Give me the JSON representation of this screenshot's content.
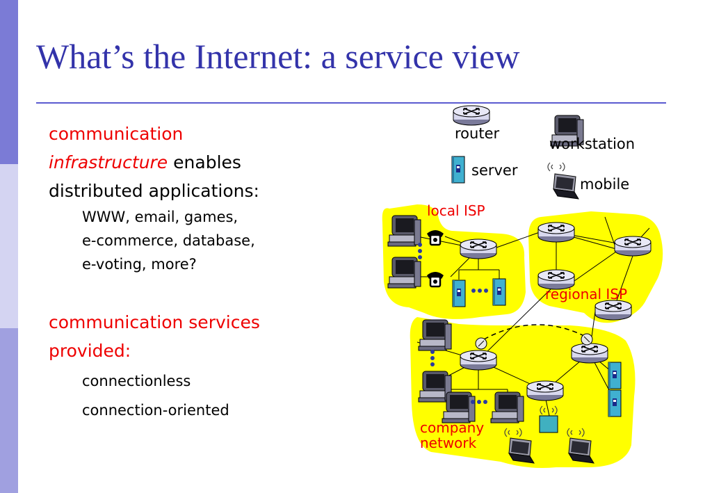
{
  "title": "What’s the Internet: a service view",
  "bullets": {
    "b1_line1": "communication",
    "b1_italic": "infrastructure",
    "b1_rest": " enables",
    "b1_line3": "distributed applications:",
    "sub1_line1": "WWW, email, games,",
    "sub1_line2": "e-commerce, database,",
    "sub1_line3": "e-voting, more?",
    "b2_line1": "communication services",
    "b2_line2": "provided:",
    "sub2_1": "connectionless",
    "sub2_2": "connection-oriented"
  },
  "legend": {
    "router": "router",
    "workstation": "workstation",
    "server": "server",
    "mobile": "mobile"
  },
  "regions": {
    "local_isp": "local ISP",
    "regional_isp": "regional ISP",
    "company_line1": "company",
    "company_line2": "network"
  },
  "colors": {
    "title": "#3333aa",
    "accent_red": "#ee0000",
    "region_fill": "#ffff00",
    "sidebar_dark": "#7b7bd6",
    "sidebar_light": "#d4d4f2",
    "sidebar_mid": "#a0a0e0"
  }
}
